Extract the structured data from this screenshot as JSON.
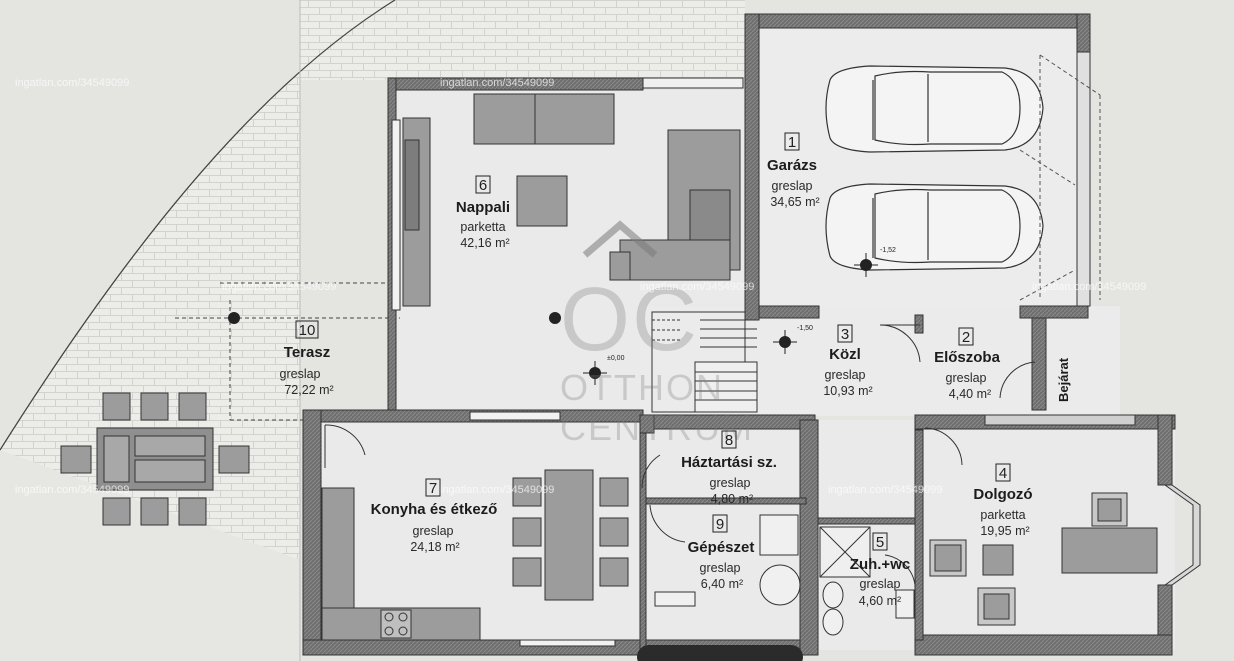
{
  "rooms": [
    {
      "number": "1",
      "name": "Garázs",
      "material": "greslap",
      "area": "34,65 m²"
    },
    {
      "number": "2",
      "name": "Előszoba",
      "material": "greslap",
      "area": "4,40 m²"
    },
    {
      "number": "3",
      "name": "Közl",
      "material": "greslap",
      "area": "10,93 m²"
    },
    {
      "number": "4",
      "name": "Dolgozó",
      "material": "parketta",
      "area": "19,95 m²"
    },
    {
      "number": "5",
      "name": "Zuh.+wc",
      "material": "greslap",
      "area": "4,60 m²"
    },
    {
      "number": "6",
      "name": "Nappali",
      "material": "parketta",
      "area": "42,16 m²"
    },
    {
      "number": "7",
      "name": "Konyha és étkező",
      "material": "greslap",
      "area": "24,18 m²"
    },
    {
      "number": "8",
      "name": "Háztartási sz.",
      "material": "greslap",
      "area": "4,80 m²"
    },
    {
      "number": "9",
      "name": "Gépészet",
      "material": "greslap",
      "area": "6,40 m²"
    },
    {
      "number": "10",
      "name": "Terasz",
      "material": "greslap",
      "area": "72,22 m²"
    }
  ],
  "entrance_label": "Bejárat",
  "levels": {
    "ground": "±0,00",
    "stair": "-1,50",
    "garage": "-1,52"
  },
  "watermark": "ingatlan.com/34549099",
  "logo": {
    "mark": "OC",
    "line1": "OTTHON",
    "line2": "CENTRUM"
  },
  "colors": {
    "paper": "#e8e8e6",
    "wall": "#6f6f6f",
    "furniture": "#9a9a9a",
    "line": "#333333"
  }
}
